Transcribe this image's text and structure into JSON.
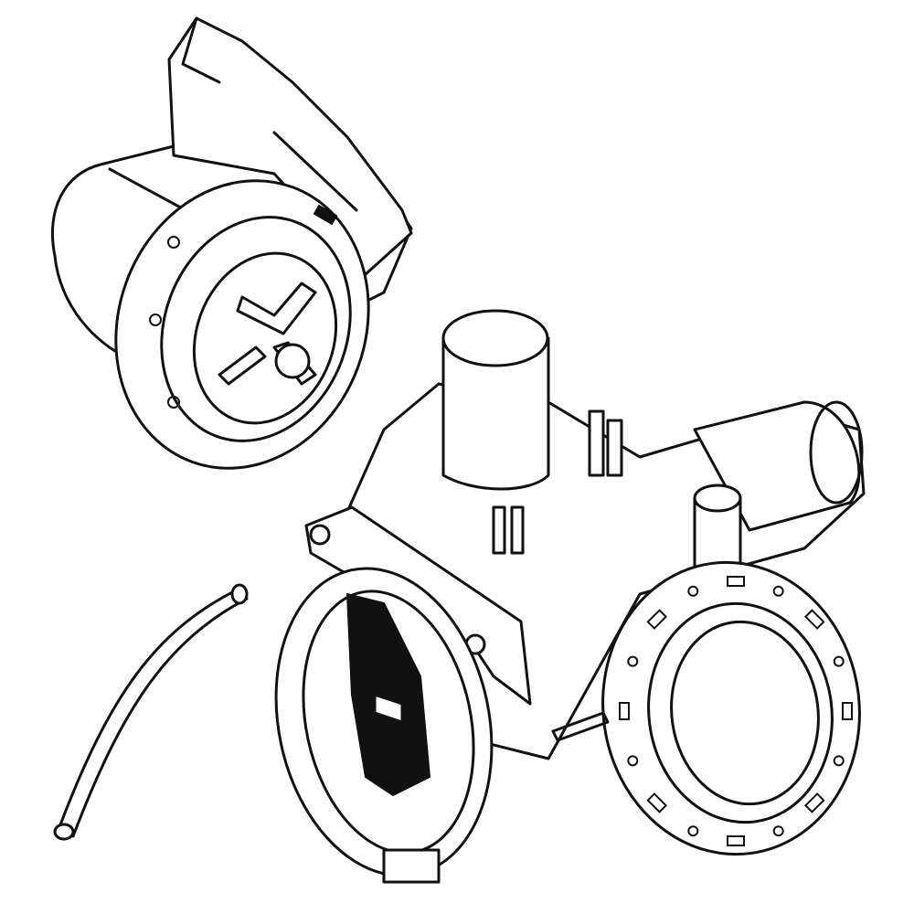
{
  "figure": {
    "parts": [
      "motor",
      "hose",
      "pump-housing"
    ],
    "line_color": "#111111",
    "background": "#ffffff"
  }
}
